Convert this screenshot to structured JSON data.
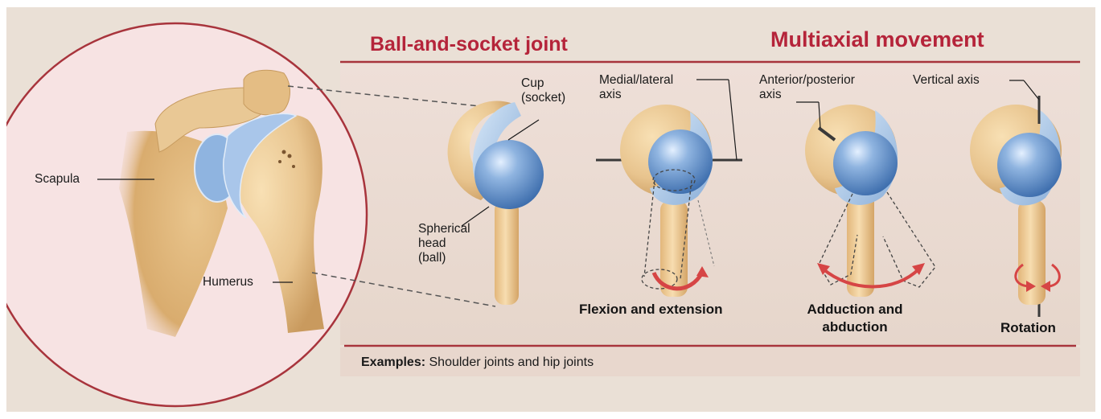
{
  "headings": {
    "ball_and_socket": "Ball-and-socket joint",
    "multiaxial": "Multiaxial movement"
  },
  "inset_labels": {
    "scapula": "Scapula",
    "humerus": "Humerus"
  },
  "model_labels": {
    "cup_line1": "Cup",
    "cup_line2": "(socket)",
    "head_line1": "Spherical",
    "head_line2": "head",
    "head_line3": "(ball)"
  },
  "axes": {
    "medial_lateral_line1": "Medial/lateral",
    "medial_lateral_line2": "axis",
    "anterior_posterior_line1": "Anterior/posterior",
    "anterior_posterior_line2": "axis",
    "vertical": "Vertical axis"
  },
  "movements": {
    "flexion": "Flexion and extension",
    "adduction_line1": "Adduction and",
    "adduction_line2": "abduction",
    "rotation": "Rotation"
  },
  "examples": {
    "label": "Examples:",
    "text": "Shoulder joints and hip joints"
  },
  "colors": {
    "heading_red": "#b5243a",
    "rule_red": "#a8343c",
    "background": "#eae0d6",
    "inset_pink": "#f7e3e3",
    "bone": "#e8c48e",
    "cartilage_blue": "#8fb4e0"
  }
}
